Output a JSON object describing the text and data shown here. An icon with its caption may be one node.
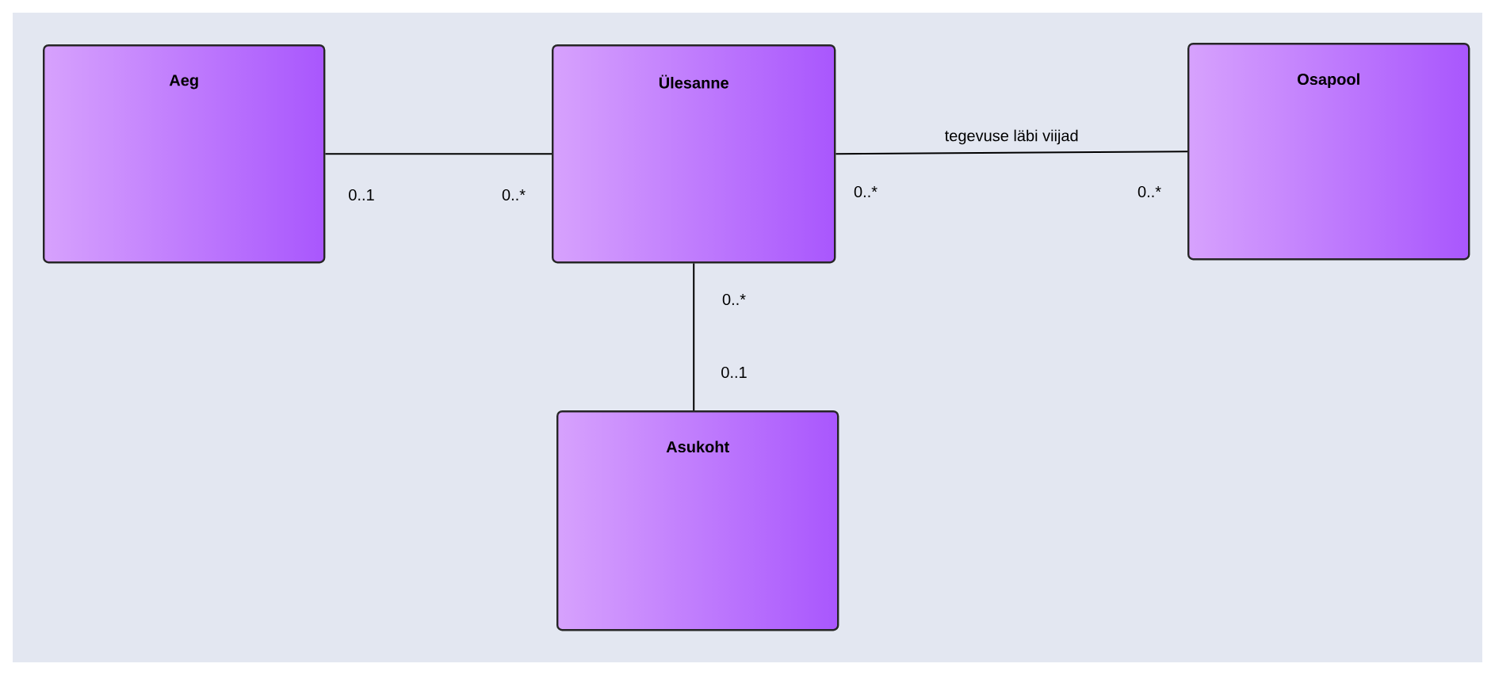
{
  "diagram": {
    "nodes": [
      {
        "text": [
          "Aeg"
        ]
      },
      {
        "text": [
          "Ülesanne"
        ]
      },
      {
        "text": [
          "Osapool"
        ]
      },
      {
        "text": [
          "Asukoht"
        ]
      }
    ],
    "edges": [
      {
        "from": 0,
        "to": 1,
        "arrow": "none"
      },
      {
        "from": 1,
        "to": 2,
        "arrow": "none",
        "label": "tegevuse läbi viijad"
      },
      {
        "from": 1,
        "to": 3,
        "arrow": "none"
      }
    ],
    "labels": [
      "0..1",
      "0..*",
      "0..*",
      "0..*",
      "0..*",
      "0..1"
    ]
  }
}
